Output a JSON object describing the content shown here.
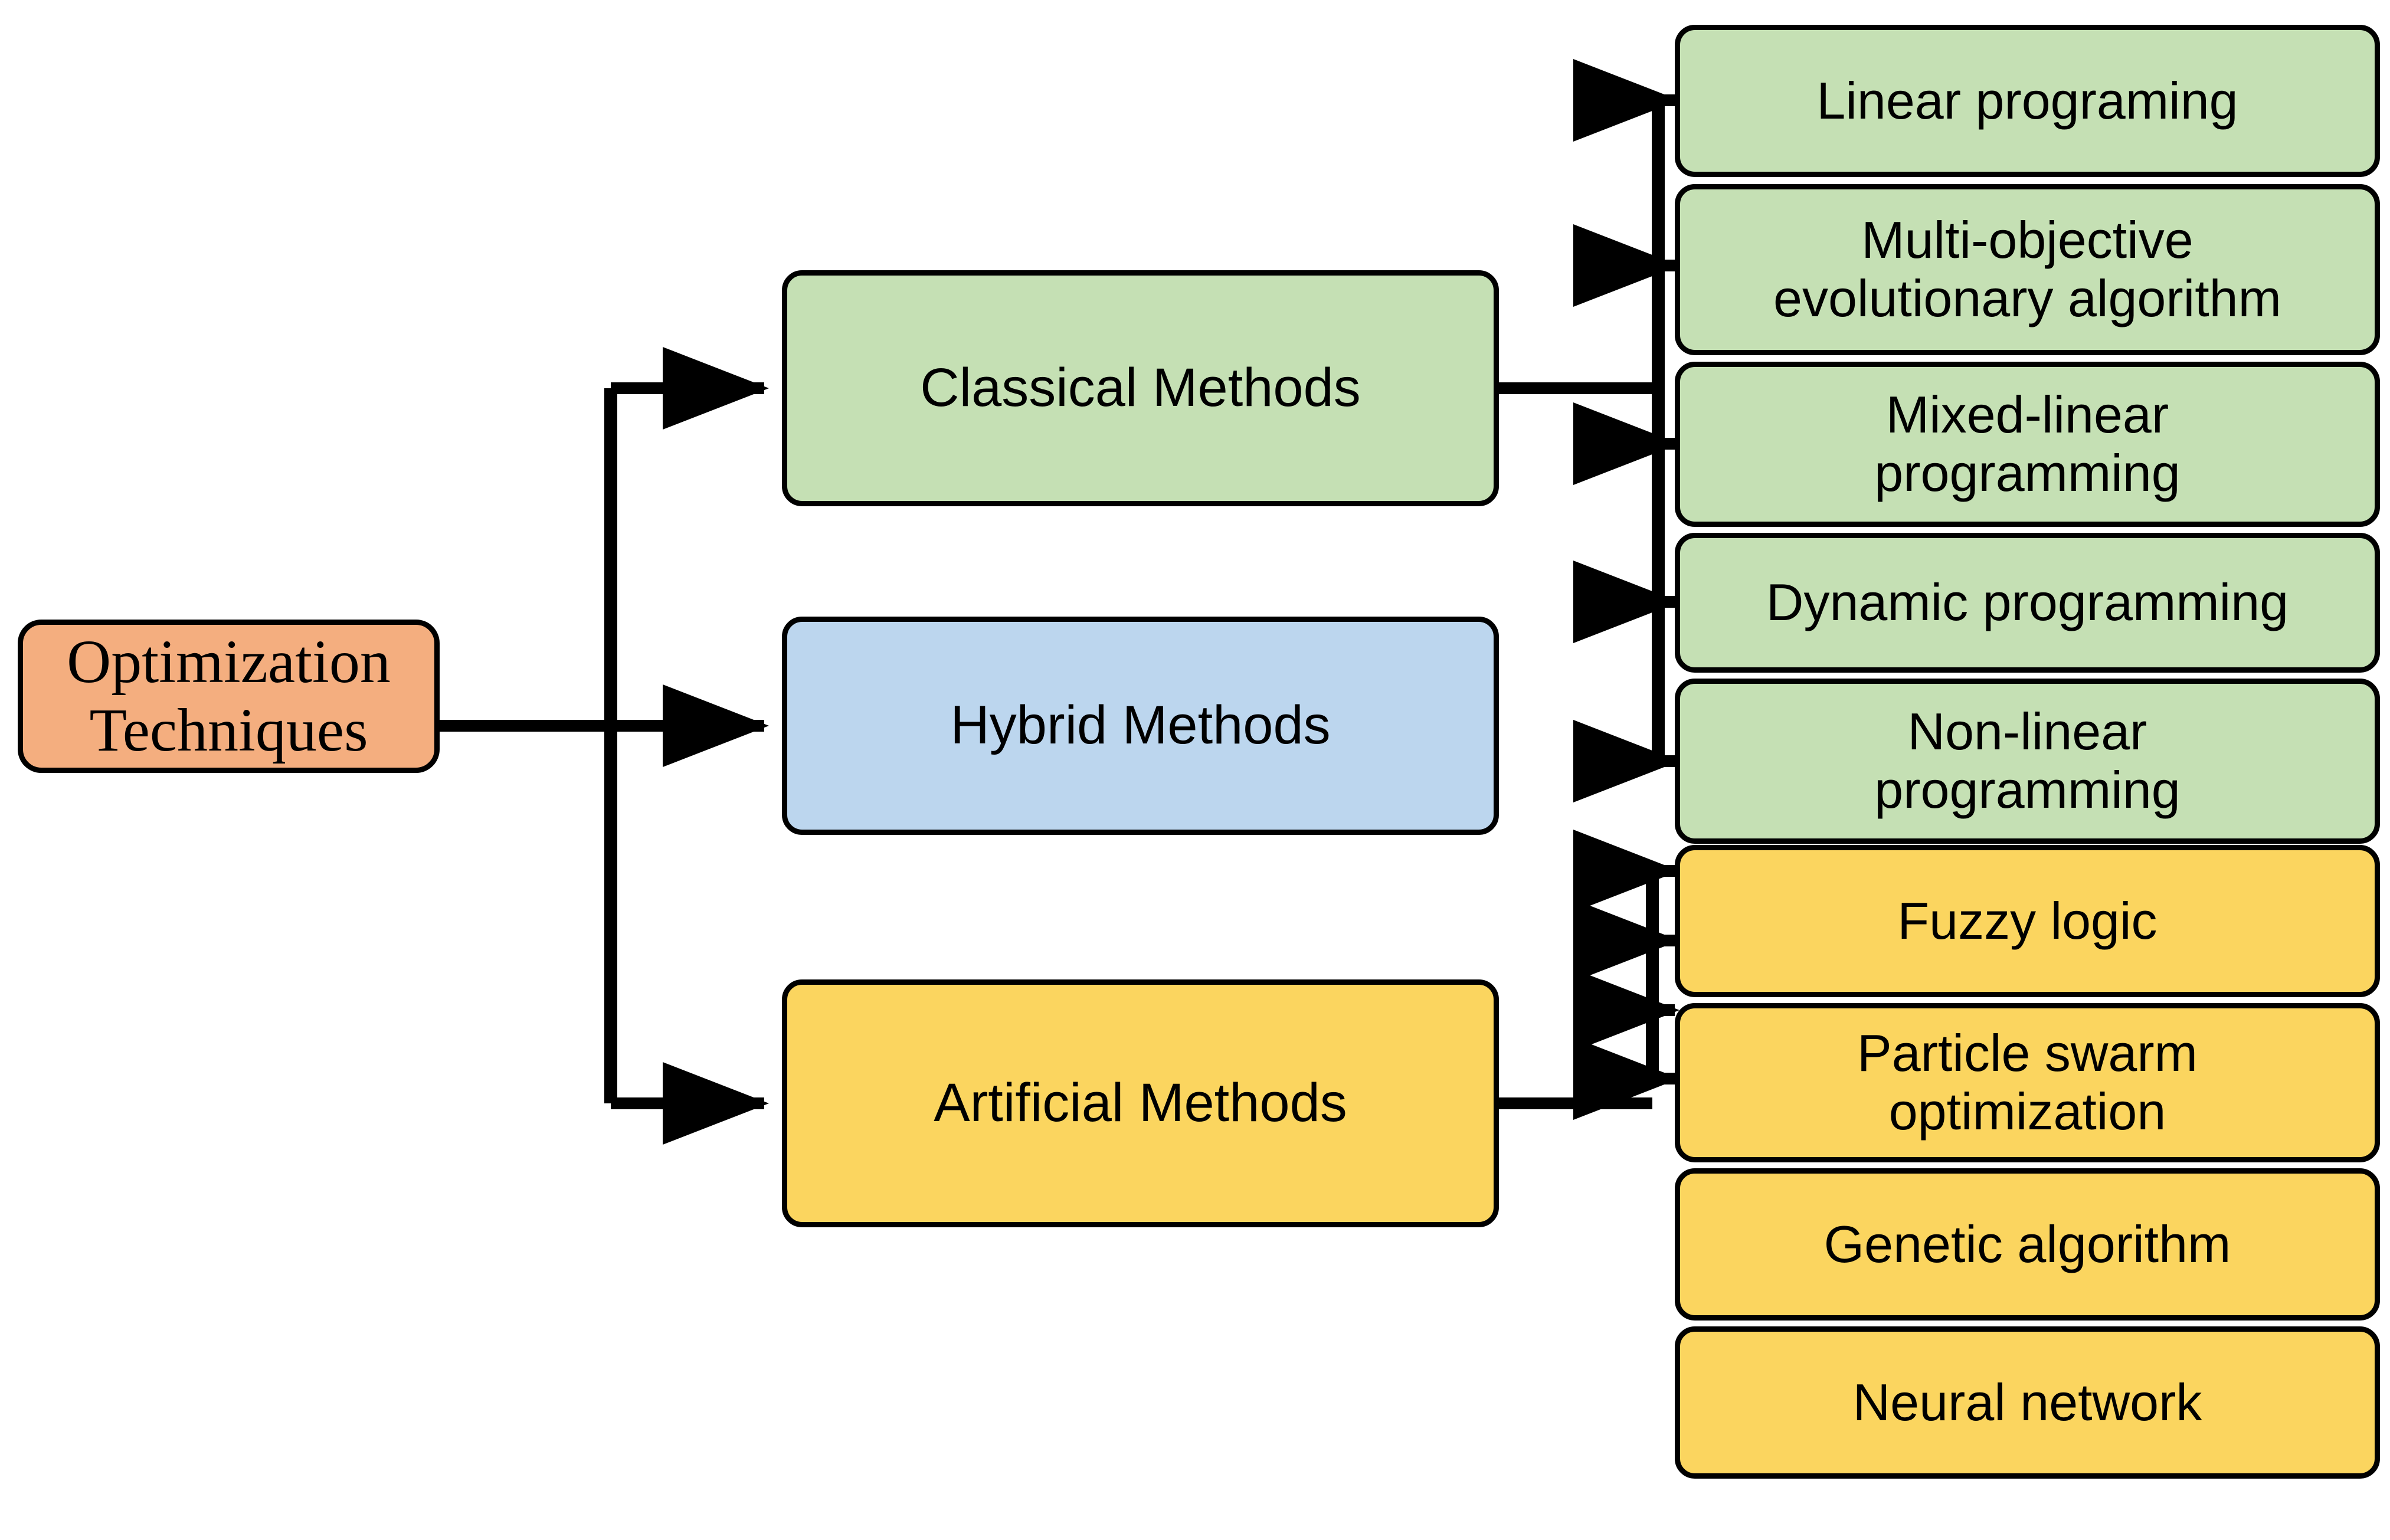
{
  "diagram": {
    "title": "Optimization Techniques taxonomy",
    "root": {
      "label": "Optimization\nTechniques",
      "color": "#F4AE7F"
    },
    "branches": [
      {
        "label": "Classical Methods",
        "color": "#C5E0B4",
        "children": [
          {
            "label": "Linear programing",
            "color": "#C5E0B4"
          },
          {
            "label": "Multi-objective\nevolutionary algorithm",
            "color": "#C5E0B4"
          },
          {
            "label": "Mixed-linear\nprogramming",
            "color": "#C5E0B4"
          },
          {
            "label": "Dynamic programming",
            "color": "#C5E0B4"
          },
          {
            "label": "Non-linear\nprogramming",
            "color": "#C5E0B4"
          }
        ]
      },
      {
        "label": "Hybrid Methods",
        "color": "#BCD6EE",
        "children": []
      },
      {
        "label": "Artificial Methods",
        "color": "#FBD55F",
        "children": [
          {
            "label": "Fuzzy logic",
            "color": "#FBD55F"
          },
          {
            "label": "Particle swarm\noptimization",
            "color": "#FBD55F"
          },
          {
            "label": "Genetic algorithm",
            "color": "#FBD55F"
          },
          {
            "label": "Neural network",
            "color": "#FBD55F"
          }
        ]
      }
    ],
    "colors": {
      "root_fill": "#F4AE7F",
      "classical_fill": "#C5E0B4",
      "hybrid_fill": "#BCD6EE",
      "artificial_fill": "#FBD55F",
      "stroke": "#000000",
      "background": "#FFFFFF"
    }
  }
}
